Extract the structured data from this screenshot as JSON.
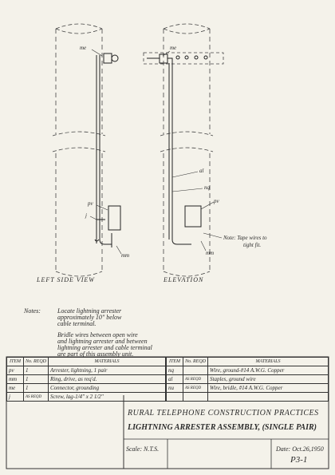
{
  "labels": {
    "left": {
      "me": "me",
      "pv": "pv",
      "j": "j",
      "mm": "mm"
    },
    "right": {
      "me": "me",
      "al": "al",
      "nq": "nq",
      "pv": "pv",
      "mm": "mm",
      "note": "Note: Tape wires to",
      "note2": "tight fit."
    }
  },
  "views": {
    "left": "LEFT SIDE VIEW",
    "elevation": "ELEVATION"
  },
  "notes": {
    "heading": "Notes:",
    "p1": [
      "Locate lightning arrester",
      "approximately 10\" below",
      "cable terminal."
    ],
    "p2": [
      "Bridle wires between open wire",
      "and lightning arrester and between",
      "lightning arrester and cable terminal",
      "are part of this assembly unit."
    ]
  },
  "bom": {
    "headers": {
      "item": "ITEM",
      "no_reqd": "No. REQD",
      "materials": "MATERIALS"
    },
    "left": [
      {
        "item": "pv",
        "qty": "1",
        "desc": "Arrester, lightning, 1 pair"
      },
      {
        "item": "mm",
        "qty": "1",
        "desc": "Ring, drive, as req'd."
      },
      {
        "item": "me",
        "qty": "1",
        "desc": "Connector, grounding"
      },
      {
        "item": "j",
        "qty": "AS REQD",
        "desc": "Screw, lag-1/4\" x 2 1/2\""
      }
    ],
    "right": [
      {
        "item": "nq",
        "qty": "",
        "desc": "Wire, ground-#14 A.W.G. Copper"
      },
      {
        "item": "al",
        "qty": "AS REQD",
        "desc": "Staples, ground wire"
      },
      {
        "item": "nu",
        "qty": "AS REQD",
        "desc": "Wire, bridle, #14 A.W.G. Copper"
      },
      {
        "item": "",
        "qty": "",
        "desc": ""
      }
    ]
  },
  "title_block": {
    "line1": "RURAL TELEPHONE CONSTRUCTION PRACTICES",
    "line2": "LIGHTNING ARRESTER ASSEMBLY, (SINGLE PAIR)",
    "scale": "Scale: N.T.S.",
    "date": "Date: Oct.26,1950",
    "number": "P3-1"
  }
}
